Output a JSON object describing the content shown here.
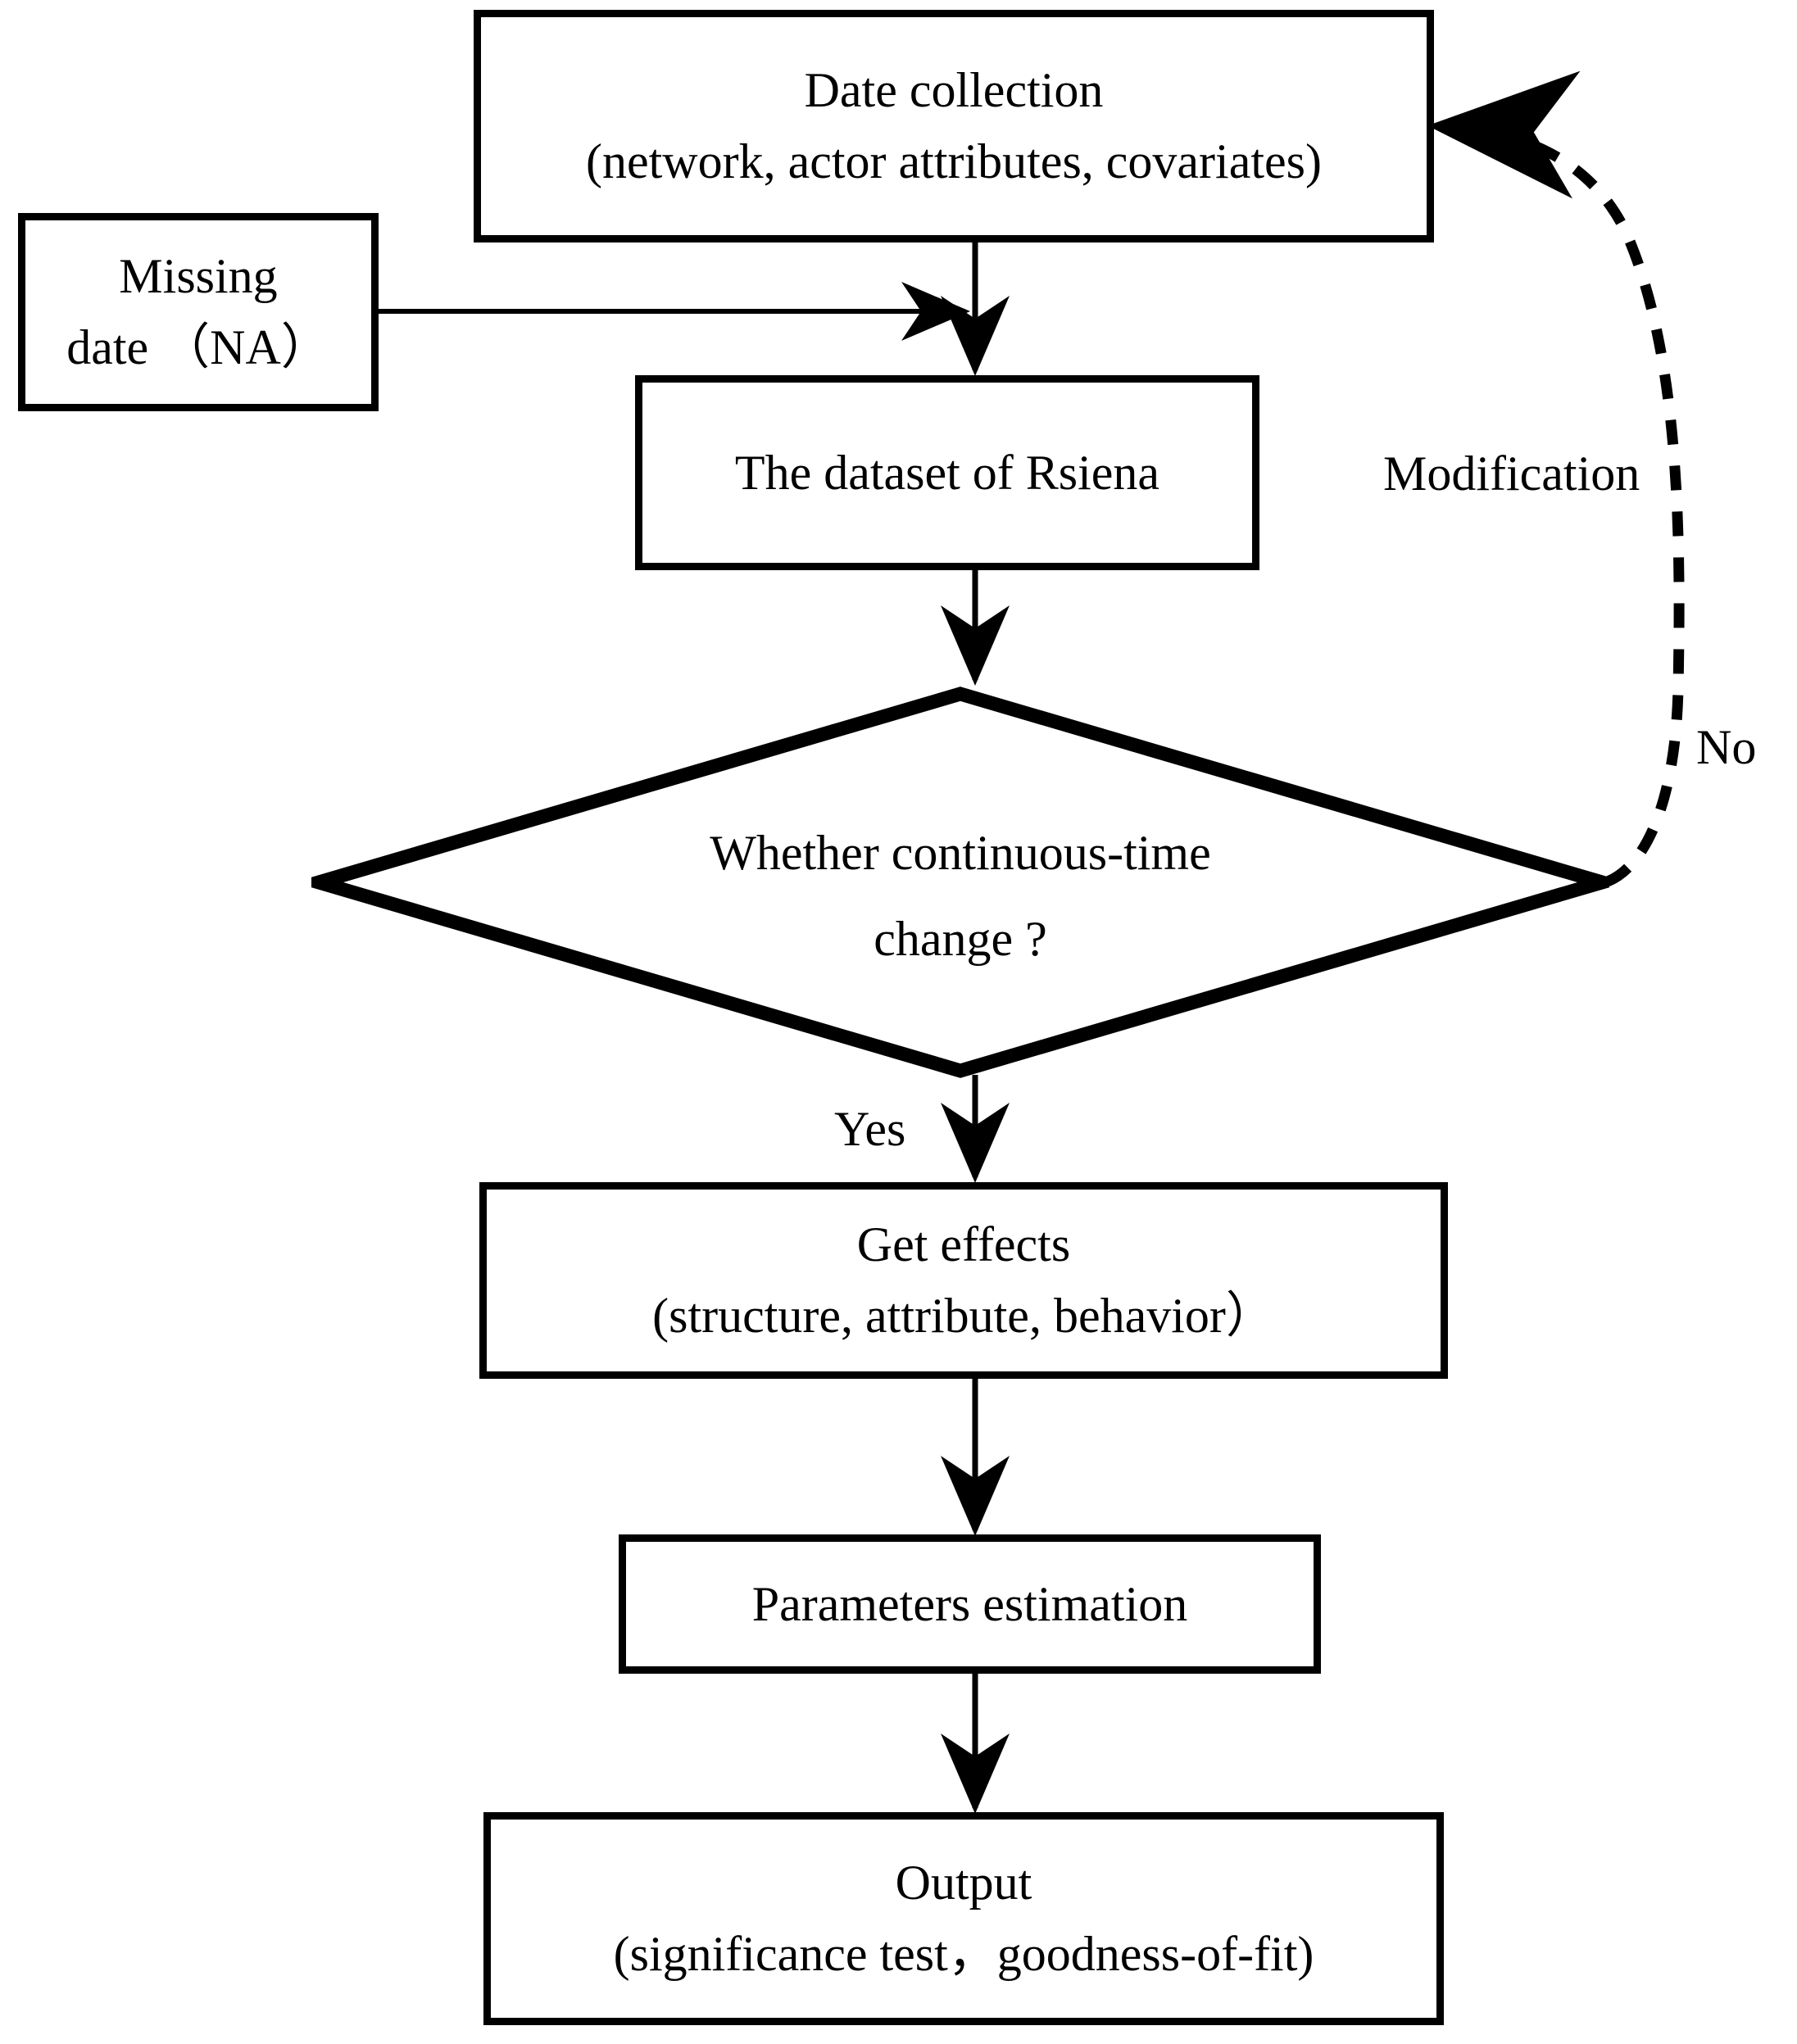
{
  "diagram": {
    "title": "RSiena modeling workflow flowchart",
    "colors": {
      "stroke": "#000000",
      "fill": "#ffffff",
      "text": "#000000"
    },
    "nodes": {
      "date_collection": {
        "shape": "rectangle",
        "line1": "Date collection",
        "line2": "(network, actor attributes, covariates)"
      },
      "missing_date": {
        "shape": "rectangle",
        "line1": "Missing",
        "line2": "date （NA）"
      },
      "rsiena_dataset": {
        "shape": "rectangle",
        "line1": "The dataset of Rsiena"
      },
      "decision": {
        "shape": "diamond",
        "line1": "Whether continuous-time",
        "line2": "change ?"
      },
      "get_effects": {
        "shape": "rectangle",
        "line1": "Get effects",
        "line2": "(structure, attribute, behavior）"
      },
      "parameters_estimation": {
        "shape": "rectangle",
        "line1": "Parameters estimation"
      },
      "output": {
        "shape": "rectangle",
        "line1": "Output",
        "line2": "(significance test，goodness-of-fit)"
      }
    },
    "edge_labels": {
      "modification": "Modification",
      "no": "No",
      "yes": "Yes"
    },
    "edges": [
      {
        "from": "date_collection",
        "to": "rsiena_dataset",
        "style": "solid-arrow",
        "label": ""
      },
      {
        "from": "missing_date",
        "to": "date_collection_down_link",
        "style": "solid-arrow",
        "label": ""
      },
      {
        "from": "rsiena_dataset",
        "to": "decision",
        "style": "solid-arrow",
        "label": ""
      },
      {
        "from": "decision",
        "to": "get_effects",
        "style": "solid-arrow",
        "label": "Yes"
      },
      {
        "from": "decision",
        "to": "date_collection",
        "style": "dashed-curve-arrow",
        "label": "No / Modification"
      },
      {
        "from": "get_effects",
        "to": "parameters_estimation",
        "style": "solid-arrow",
        "label": ""
      },
      {
        "from": "parameters_estimation",
        "to": "output",
        "style": "solid-arrow",
        "label": ""
      }
    ]
  }
}
